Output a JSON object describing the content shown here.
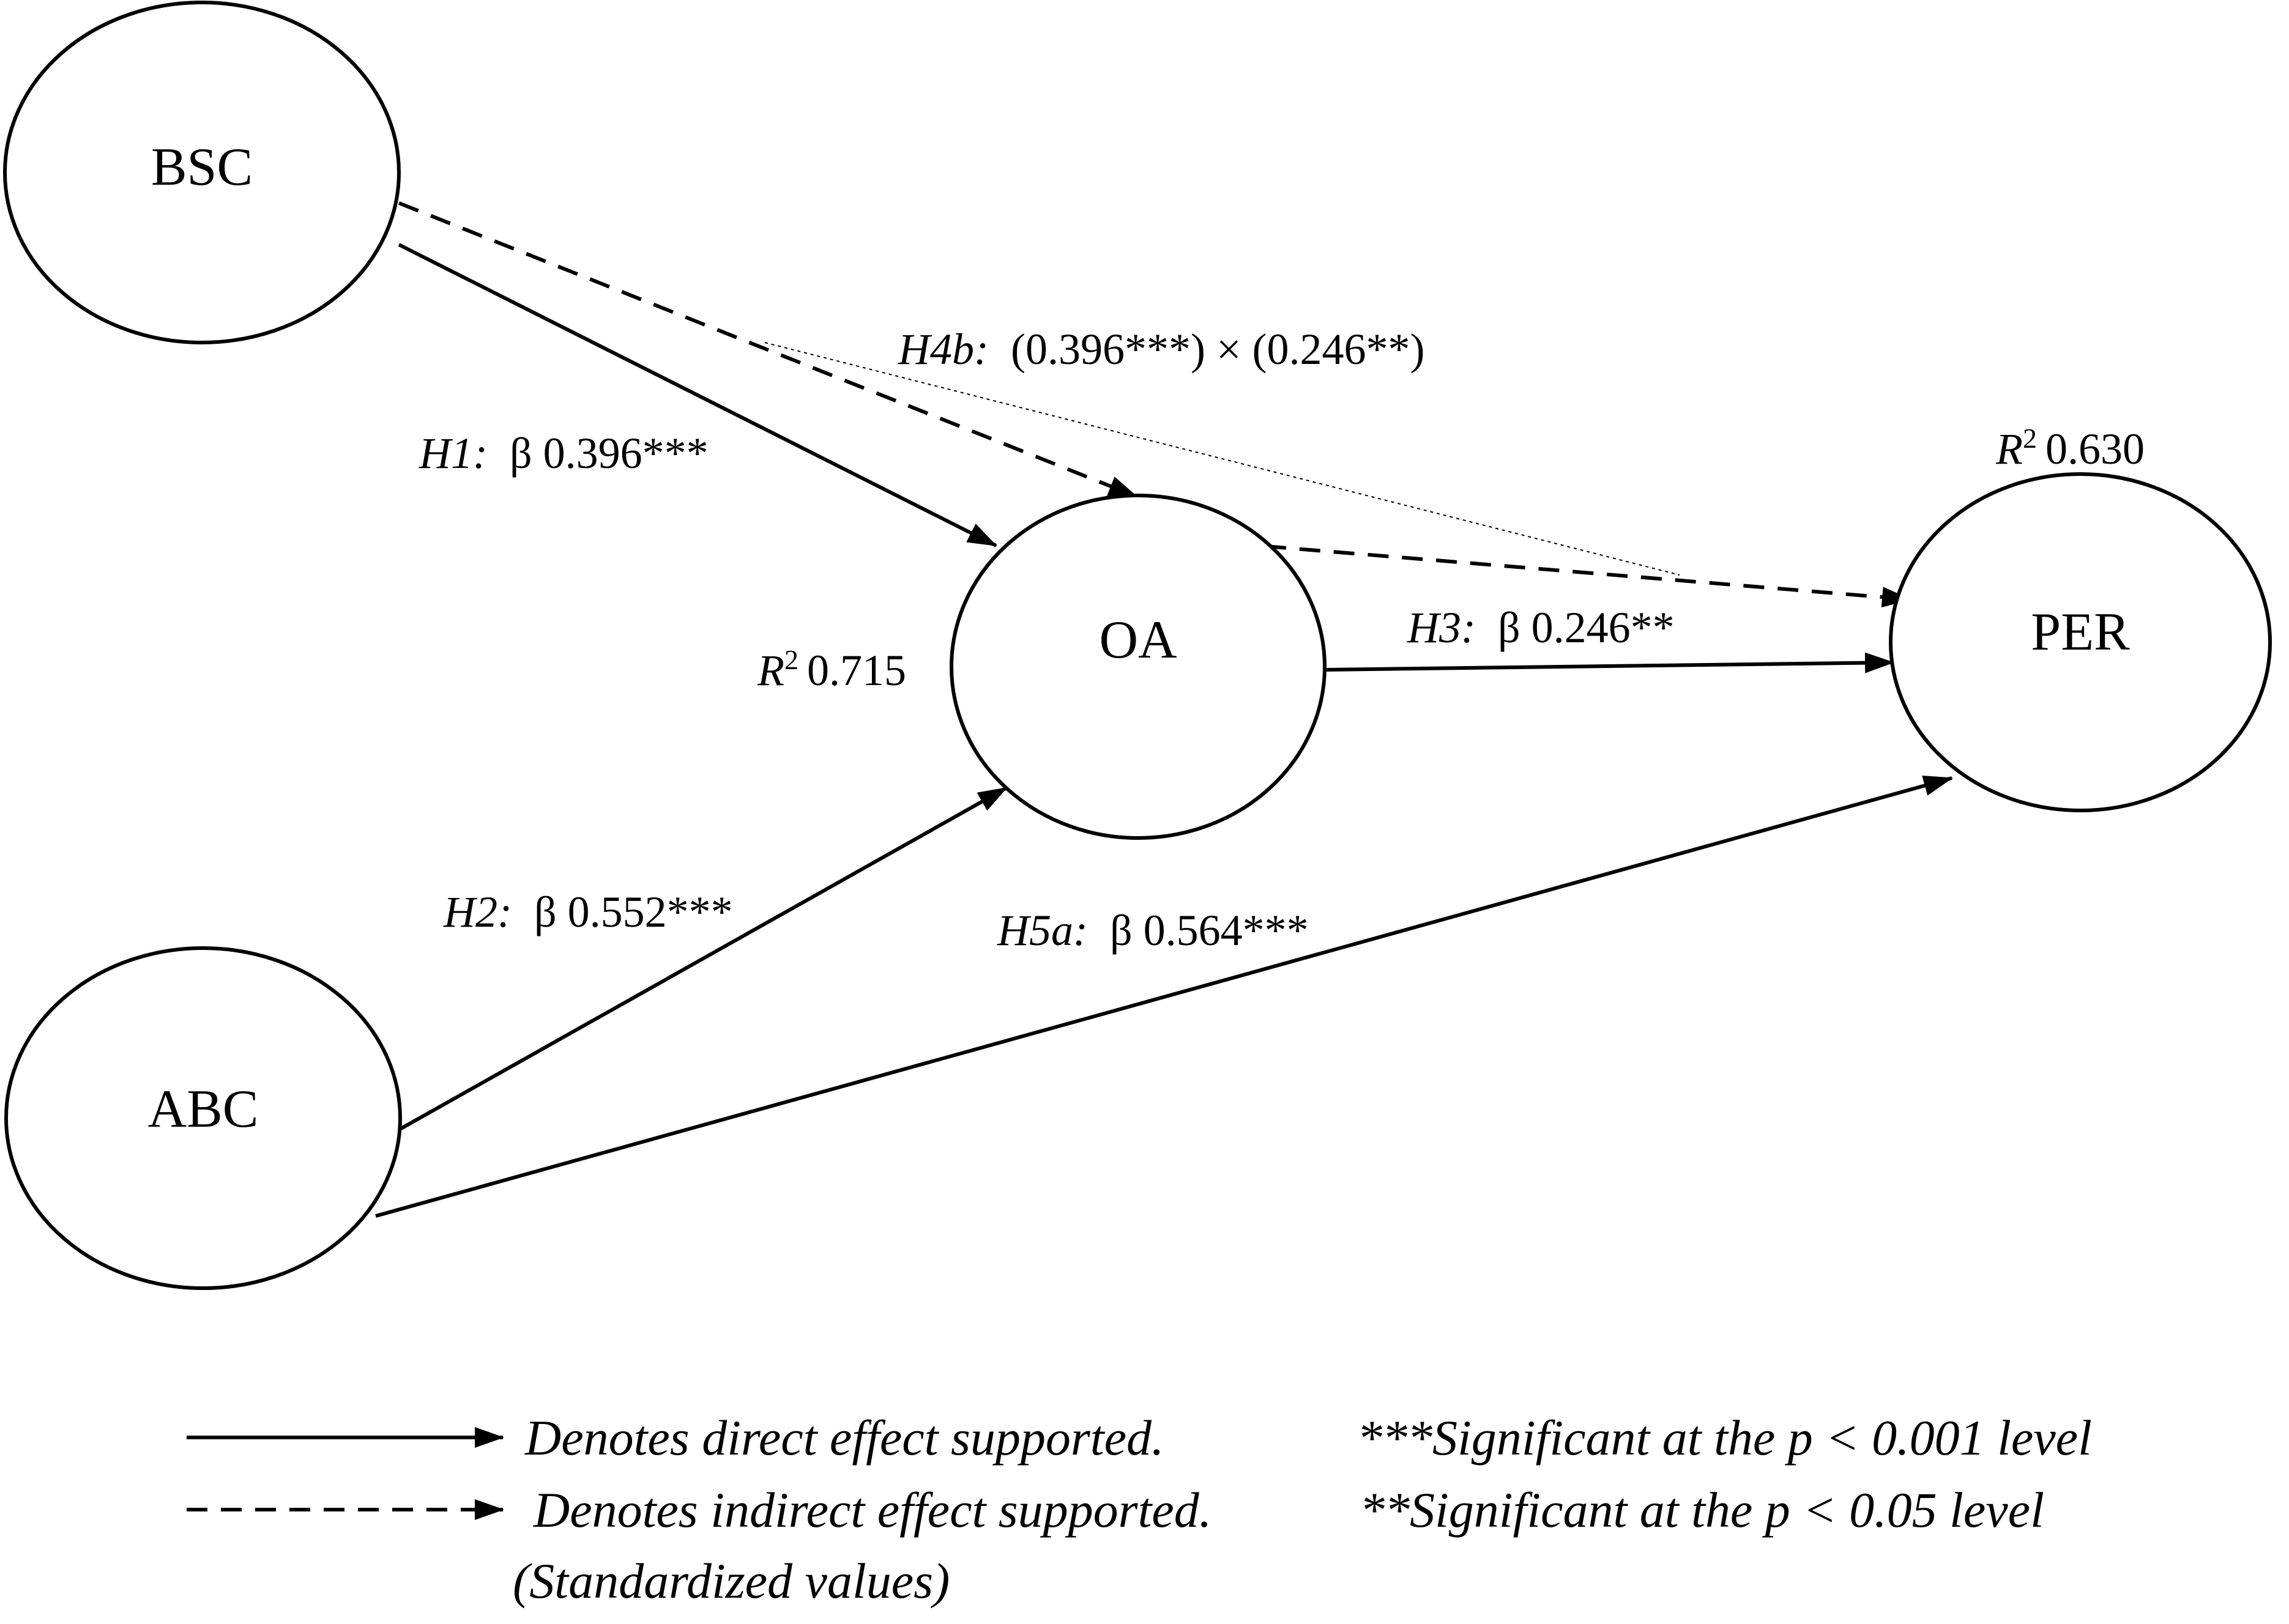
{
  "nodes": {
    "bsc": "BSC",
    "oa": "OA",
    "per": "PER",
    "abc": "ABC"
  },
  "r_squared": {
    "oa": {
      "symbol": "R",
      "exponent": "2",
      "value": "0.715"
    },
    "per": {
      "symbol": "R",
      "exponent": "2",
      "value": "0.630"
    }
  },
  "paths": {
    "h1": {
      "hypothesis": "H1:",
      "value": "β 0.396***"
    },
    "h2": {
      "hypothesis": "H2:",
      "value": "β 0.552***"
    },
    "h3": {
      "hypothesis": "H3:",
      "value": "β 0.246**"
    },
    "h4b": {
      "hypothesis": "H4b:",
      "value": "(0.396***) × (0.246**)"
    },
    "h5a": {
      "hypothesis": "H5a:",
      "value": "β 0.564***"
    }
  },
  "legend": {
    "direct": "Denotes direct effect supported.",
    "indirect": "Denotes indirect effect supported.",
    "standardized": "(Standardized values)",
    "sig_001": "***Significant at the p < 0.001 level",
    "sig_005": "**Significant at the p < 0.05 level"
  },
  "colors": {
    "stroke": "#000000",
    "background": "#ffffff"
  }
}
